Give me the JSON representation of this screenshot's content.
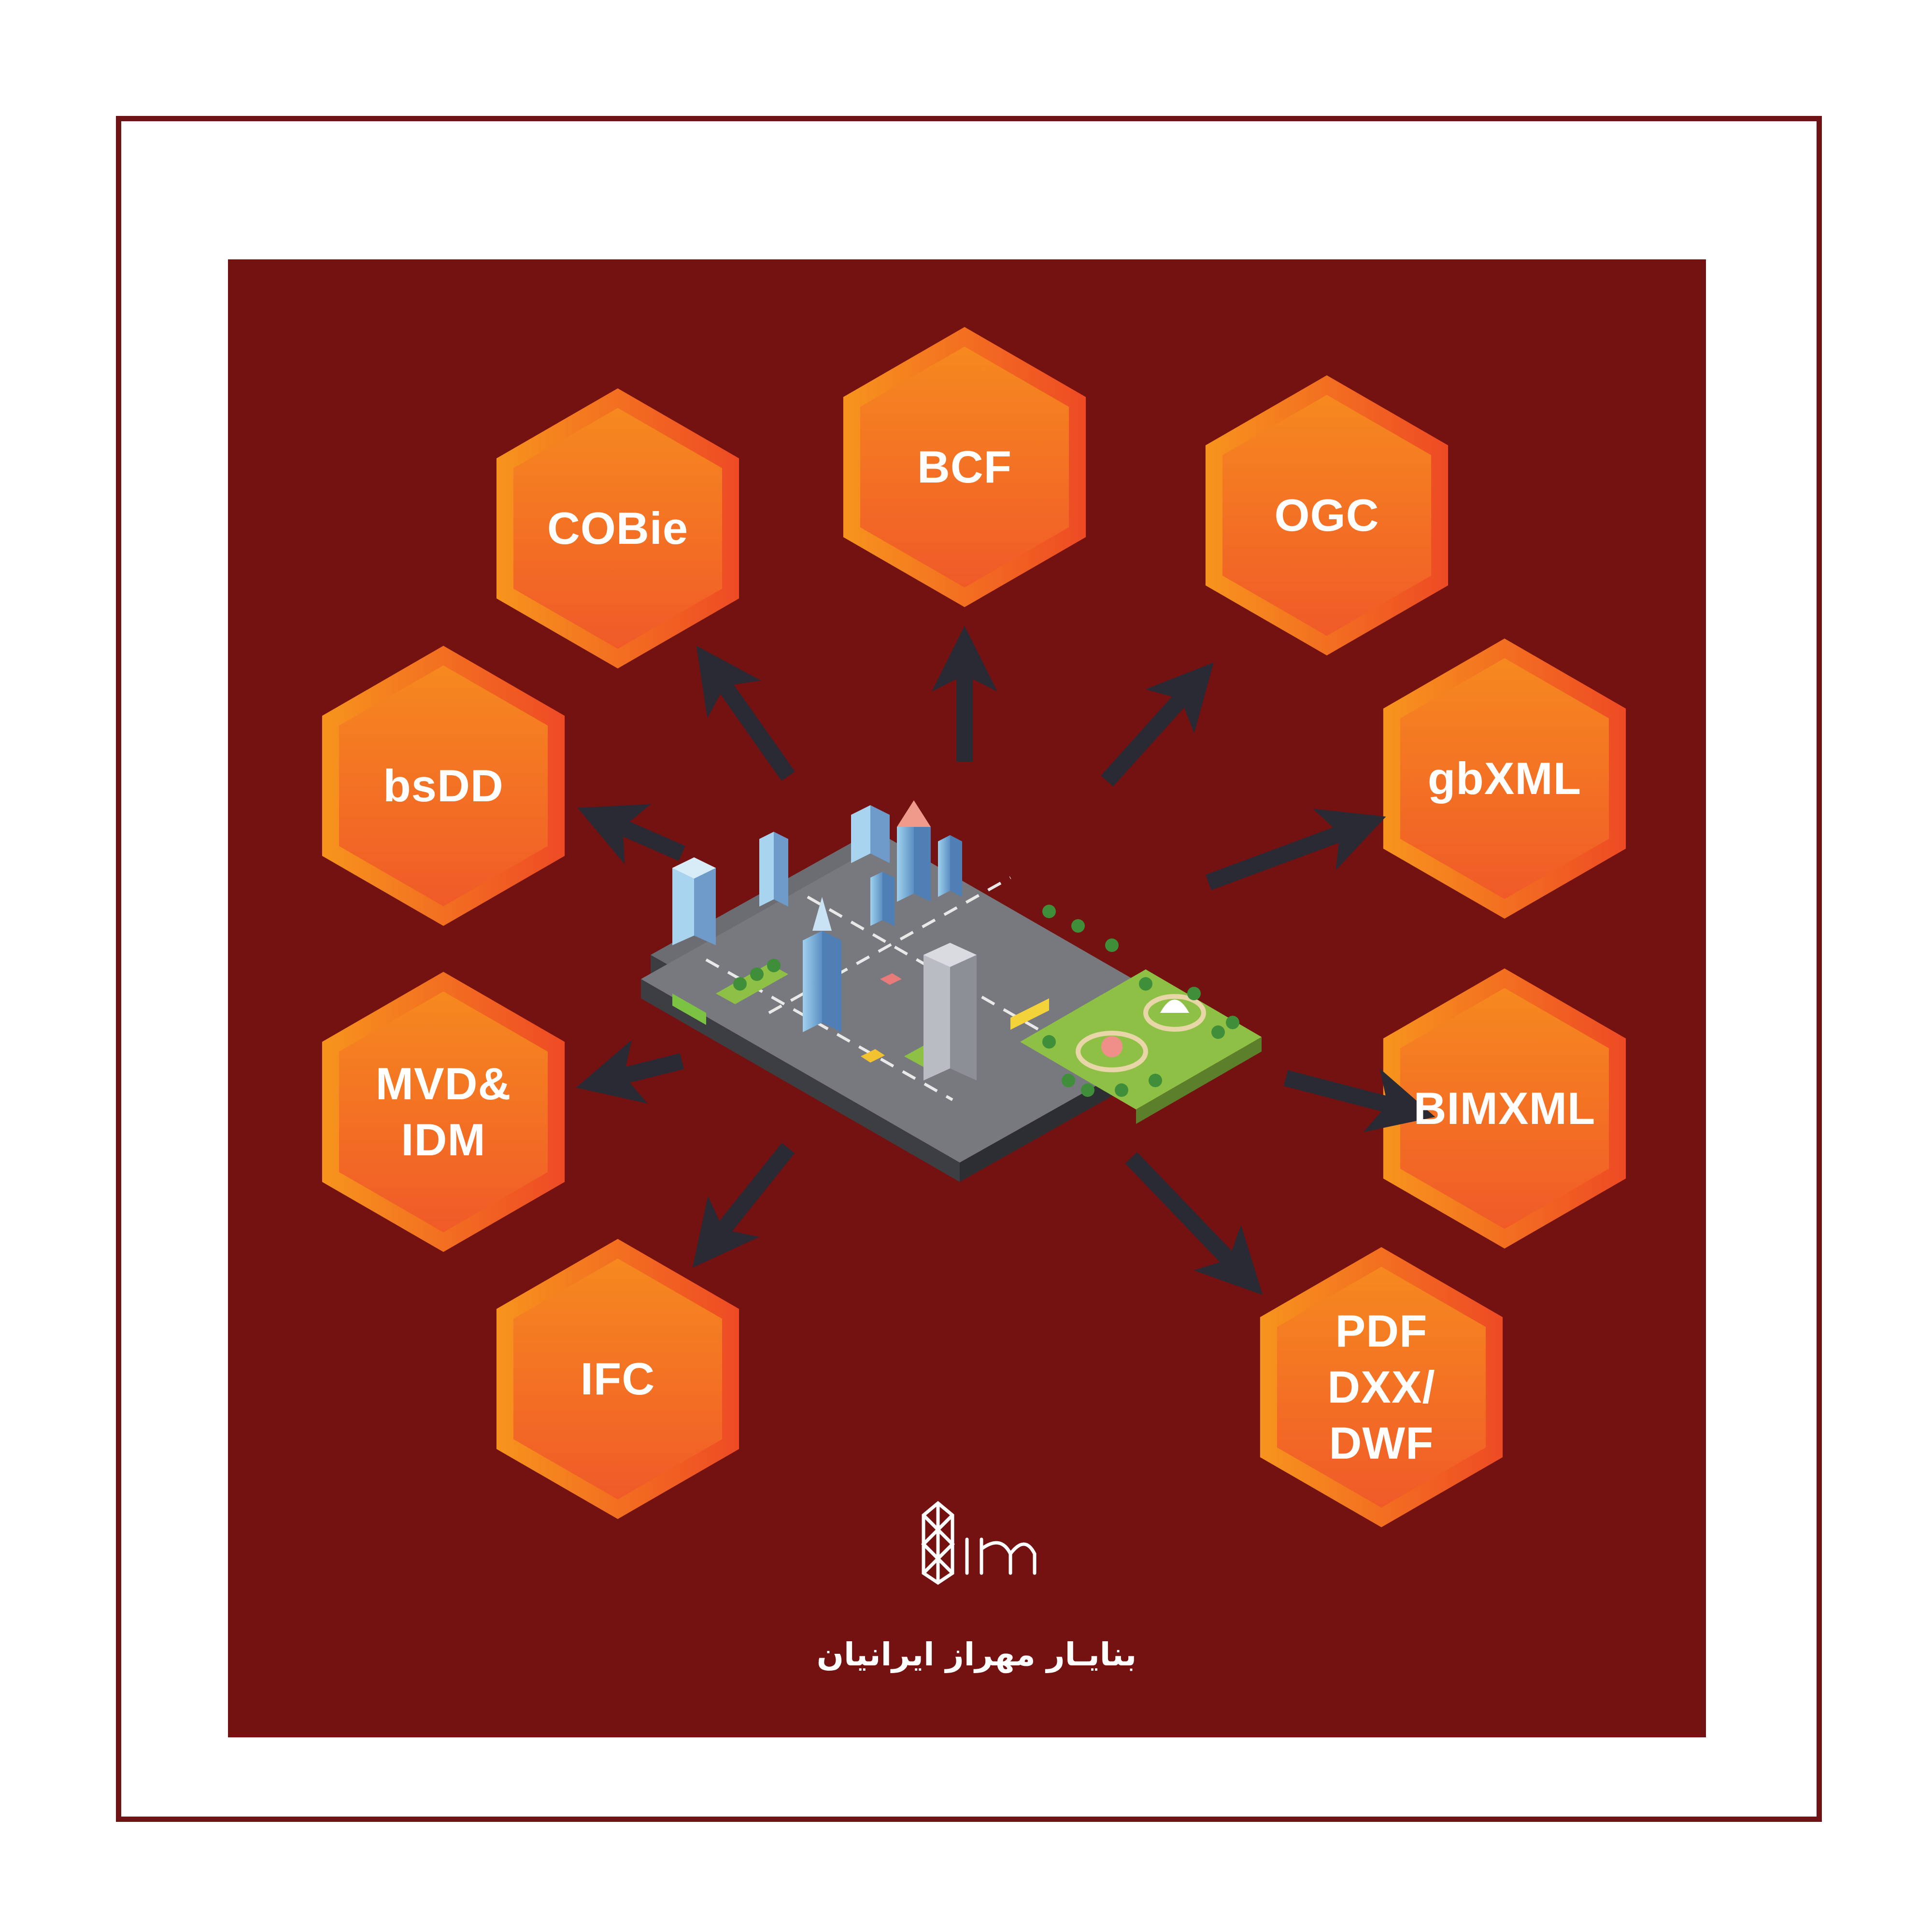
{
  "formats": [
    {
      "id": "cobie",
      "label": "COBie"
    },
    {
      "id": "bcf",
      "label": "BCF"
    },
    {
      "id": "ogc",
      "label": "OGC"
    },
    {
      "id": "bsdd",
      "label": "bsDD"
    },
    {
      "id": "gbxml",
      "label": "gbXML"
    },
    {
      "id": "mvd-idm",
      "label": "MVD&\nIDM"
    },
    {
      "id": "bimxml",
      "label": "BIMXML"
    },
    {
      "id": "ifc",
      "label": "IFC"
    },
    {
      "id": "pdf-dxx-dwf",
      "label": "PDF\nDXX/\nDWF"
    }
  ],
  "brand": {
    "name": "بنایـار مهراز ایرانیان",
    "logo_text": "Bim"
  },
  "center_image": "isometric-city-illustration",
  "colors": {
    "background": "#741111",
    "frame": "#6e1416",
    "hex_outer": "#f05a28",
    "hex_inner": "#f7941d",
    "arrow": "#2a2a35"
  }
}
